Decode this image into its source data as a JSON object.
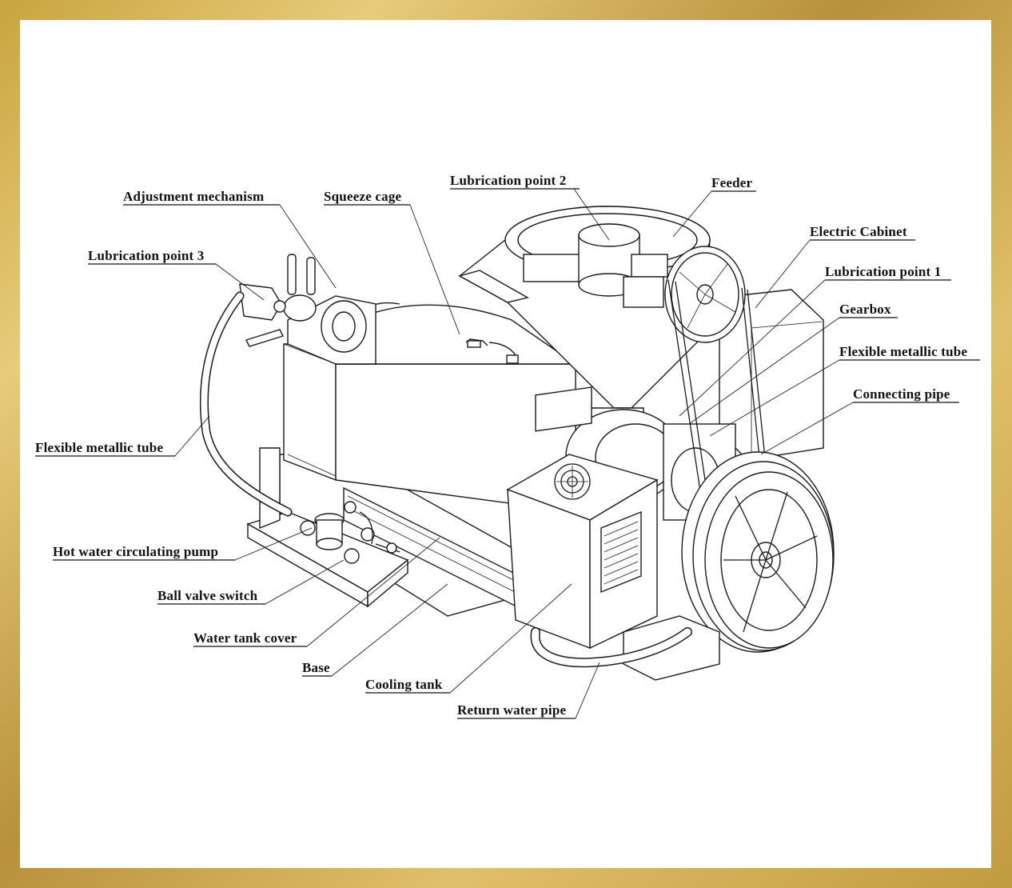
{
  "labels": {
    "adjustment_mechanism": "Adjustment mechanism",
    "squeeze_cage": "Squeeze cage",
    "lubrication_point_2": "Lubrication point 2",
    "feeder": "Feeder",
    "electric_cabinet": "Electric Cabinet",
    "lubrication_point_1": "Lubrication point 1",
    "gearbox": "Gearbox",
    "flexible_metallic_tube_right": "Flexible metallic tube",
    "connecting_pipe": "Connecting pipe",
    "lubrication_point_3": "Lubrication point 3",
    "flexible_metallic_tube_left": "Flexible metallic tube",
    "hot_water_circulating_pump": "Hot water circulating pump",
    "ball_valve_switch": "Ball valve switch",
    "water_tank_cover": "Water tank cover",
    "base": "Base",
    "cooling_tank": "Cooling tank",
    "return_water_pipe": "Return water pipe"
  },
  "colors": {
    "frame_gold": "#c9a43f",
    "background": "#ffffff",
    "ink": "#111111"
  }
}
